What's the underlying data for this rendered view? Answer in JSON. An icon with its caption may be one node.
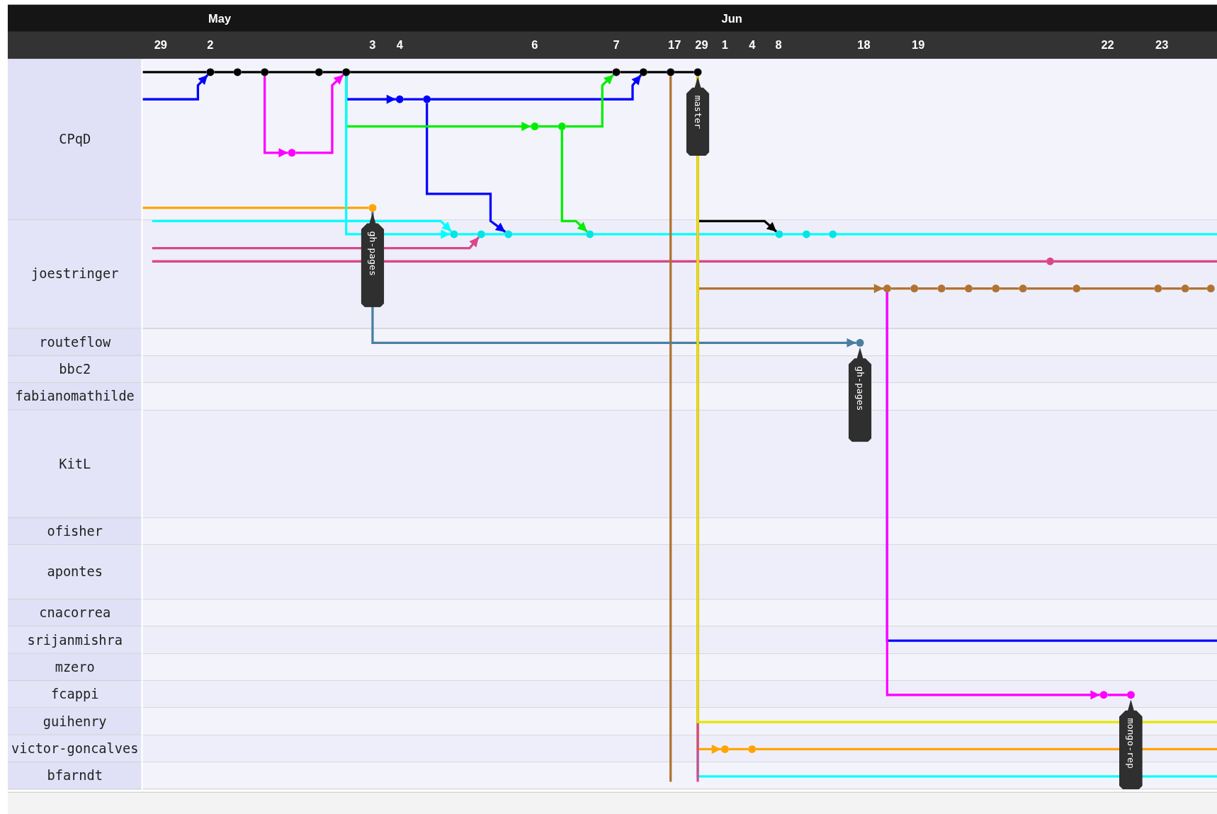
{
  "diagram": {
    "nodes": [
      {
        "text": [],
        "shape": "circle"
      },
      {
        "text": [],
        "shape": "circle"
      },
      {
        "text": [],
        "shape": "circle"
      },
      {
        "text": [],
        "shape": "circle"
      },
      {
        "text": [],
        "shape": "circle"
      },
      {
        "text": [],
        "shape": "circle"
      },
      {
        "text": [],
        "shape": "circle"
      },
      {
        "text": [],
        "shape": "circle"
      },
      {
        "text": [],
        "shape": "circle",
        "beside": [
          "master"
        ]
      },
      {
        "text": [],
        "shape": "circle"
      },
      {
        "text": [],
        "shape": "circle"
      },
      {
        "text": [],
        "shape": "circle"
      },
      {
        "text": [],
        "shape": "circle"
      },
      {
        "text": [],
        "shape": "circle"
      },
      {
        "text": [],
        "shape": "circle",
        "beside": [
          "gh-pages"
        ]
      },
      {
        "text": [],
        "shape": "circle"
      },
      {
        "text": [],
        "shape": "circle"
      },
      {
        "text": [],
        "shape": "circle"
      },
      {
        "text": [],
        "shape": "circle"
      },
      {
        "text": [],
        "shape": "circle"
      },
      {
        "text": [],
        "shape": "circle"
      },
      {
        "text": [],
        "shape": "circle"
      },
      {
        "text": [],
        "shape": "circle"
      },
      {
        "text": [],
        "shape": "circle"
      },
      {
        "text": [],
        "shape": "circle"
      },
      {
        "text": [],
        "shape": "circle"
      },
      {
        "text": [],
        "shape": "circle"
      },
      {
        "text": [],
        "shape": "circle"
      },
      {
        "text": [],
        "shape": "circle"
      },
      {
        "text": [],
        "shape": "circle"
      },
      {
        "text": [],
        "shape": "circle"
      },
      {
        "text": [],
        "shape": "circle"
      },
      {
        "text": [],
        "shape": "circle"
      },
      {
        "text": [],
        "shape": "circle",
        "beside": [
          "gh-pages"
        ]
      },
      {
        "text": [],
        "shape": "circle"
      },
      {
        "text": [],
        "shape": "circle",
        "beside": [
          "mongo-rep"
        ]
      },
      {
        "text": [],
        "shape": "circle"
      },
      {
        "text": [],
        "shape": "circle"
      }
    ],
    "edges": [
      {
        "from": null,
        "to": 0,
        "arrow": "none",
        "color": "#000000"
      },
      {
        "from": 0,
        "to": 1,
        "arrow": "none",
        "color": "#000000"
      },
      {
        "from": 1,
        "to": 2,
        "arrow": "none",
        "color": "#000000"
      },
      {
        "from": 2,
        "to": 3,
        "arrow": "none",
        "color": "#000000"
      },
      {
        "from": 3,
        "to": 4,
        "arrow": "none",
        "color": "#000000"
      },
      {
        "from": 4,
        "to": 5,
        "arrow": "none",
        "color": "#000000"
      },
      {
        "from": 5,
        "to": 6,
        "arrow": "none",
        "color": "#000000"
      },
      {
        "from": 6,
        "to": 7,
        "arrow": "none",
        "color": "#000000"
      },
      {
        "from": 7,
        "to": 8,
        "arrow": "none",
        "color": "#000000"
      },
      {
        "from": null,
        "to": 0,
        "arrow": "to",
        "color": "#0000ff"
      },
      {
        "from": 4,
        "to": 9,
        "arrow": "to",
        "color": "#0000ff"
      },
      {
        "from": 9,
        "to": 10,
        "arrow": "none",
        "color": "#0000ff"
      },
      {
        "from": 10,
        "to": 6,
        "arrow": "to",
        "color": "#0000ff"
      },
      {
        "from": 10,
        "to": 17,
        "arrow": "to",
        "color": "#0000ff"
      },
      {
        "from": 2,
        "to": 13,
        "arrow": "to",
        "color": "#ff00ff"
      },
      {
        "from": 13,
        "to": 4,
        "arrow": "to",
        "color": "#ff00ff"
      },
      {
        "from": 4,
        "to": 11,
        "arrow": "to",
        "color": "#00ee00"
      },
      {
        "from": 11,
        "to": 12,
        "arrow": "none",
        "color": "#00ee00"
      },
      {
        "from": 12,
        "to": 5,
        "arrow": "to",
        "color": "#00ee00"
      },
      {
        "from": 12,
        "to": 18,
        "arrow": "to",
        "color": "#00ee00"
      },
      {
        "from": null,
        "to": 14,
        "arrow": "none",
        "color": "#ffa500"
      },
      {
        "from": 4,
        "to": 15,
        "arrow": "to",
        "color": "#00ffff"
      },
      {
        "from": null,
        "to": 15,
        "arrow": "to",
        "color": "#00ffff"
      },
      {
        "from": 15,
        "to": 16,
        "arrow": "none",
        "color": "#00ffff"
      },
      {
        "from": 16,
        "to": 17,
        "arrow": "none",
        "color": "#00ffff"
      },
      {
        "from": 17,
        "to": 18,
        "arrow": "none",
        "color": "#00ffff"
      },
      {
        "from": 18,
        "to": 19,
        "arrow": "none",
        "color": "#00ffff"
      },
      {
        "from": 19,
        "to": 20,
        "arrow": "none",
        "color": "#00ffff"
      },
      {
        "from": 20,
        "to": 21,
        "arrow": "none",
        "color": "#00ffff"
      },
      {
        "from": 21,
        "to": null,
        "arrow": "none",
        "color": "#00ffff"
      },
      {
        "from": null,
        "to": 16,
        "arrow": "to",
        "color": "#d9488a"
      },
      {
        "from": null,
        "to": 22,
        "arrow": "none",
        "color": "#d9488a"
      },
      {
        "from": 22,
        "to": null,
        "arrow": "none",
        "color": "#d9488a"
      },
      {
        "from": 8,
        "to": 19,
        "arrow": "to",
        "color": "#000000"
      },
      {
        "from": 8,
        "to": 23,
        "arrow": "to",
        "color": "#b07330"
      },
      {
        "from": 23,
        "to": 24,
        "arrow": "none",
        "color": "#b07330"
      },
      {
        "from": 24,
        "to": 25,
        "arrow": "none",
        "color": "#b07330"
      },
      {
        "from": 25,
        "to": 26,
        "arrow": "none",
        "color": "#b07330"
      },
      {
        "from": 26,
        "to": 27,
        "arrow": "none",
        "color": "#b07330"
      },
      {
        "from": 27,
        "to": 28,
        "arrow": "none",
        "color": "#b07330"
      },
      {
        "from": 28,
        "to": 29,
        "arrow": "none",
        "color": "#b07330"
      },
      {
        "from": 29,
        "to": 30,
        "arrow": "none",
        "color": "#b07330"
      },
      {
        "from": 30,
        "to": 31,
        "arrow": "none",
        "color": "#b07330"
      },
      {
        "from": 31,
        "to": 32,
        "arrow": "none",
        "color": "#b07330"
      },
      {
        "from": 7,
        "to": null,
        "arrow": "none",
        "color": "#b07330"
      },
      {
        "from": 8,
        "to": null,
        "arrow": "none",
        "color": "#e6e600"
      },
      {
        "from": 8,
        "to": null,
        "arrow": "none",
        "color": "#00ffff"
      },
      {
        "from": 8,
        "to": 36,
        "arrow": "to",
        "color": "#ffa500"
      },
      {
        "from": 36,
        "to": 37,
        "arrow": "none",
        "color": "#ffa500"
      },
      {
        "from": 37,
        "to": null,
        "arrow": "none",
        "color": "#ffa500"
      },
      {
        "from": 8,
        "to": null,
        "arrow": "none",
        "color": "#d9488a"
      },
      {
        "from": 23,
        "to": null,
        "arrow": "none",
        "color": "#0000ff"
      },
      {
        "from": 23,
        "to": 34,
        "arrow": "to",
        "color": "#ff00ff"
      },
      {
        "from": 34,
        "to": 35,
        "arrow": "none",
        "color": "#ff00ff"
      },
      {
        "from": 14,
        "to": 33,
        "arrow": "to",
        "color": "#4a7fa0"
      }
    ],
    "labels": [
      "May",
      "Jun",
      "29",
      "2",
      "3",
      "4",
      "6",
      "7",
      "17",
      "29",
      "1",
      "4",
      "8",
      "18",
      "19",
      "22",
      "23",
      "CPqD",
      "joestringer",
      "routeflow",
      "bbc2",
      "fabianomathilde",
      "KitL",
      "ofisher",
      "apontes",
      "cnacorrea",
      "srijanmishra",
      "mzero",
      "fcappi",
      "guihenry",
      "victor-goncalves",
      "bfarndt"
    ]
  }
}
